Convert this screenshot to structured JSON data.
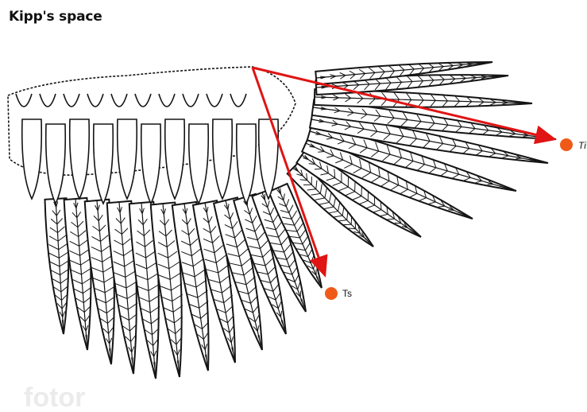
{
  "title": "Kipp's space",
  "points": {
    "tip_label": "Ti",
    "secondary_label": "Ts"
  },
  "colors": {
    "arrow": "#e01414",
    "point": "#f05a18",
    "outline": "#141414",
    "feather_fill": "#ffffff"
  },
  "watermark": "fotor"
}
